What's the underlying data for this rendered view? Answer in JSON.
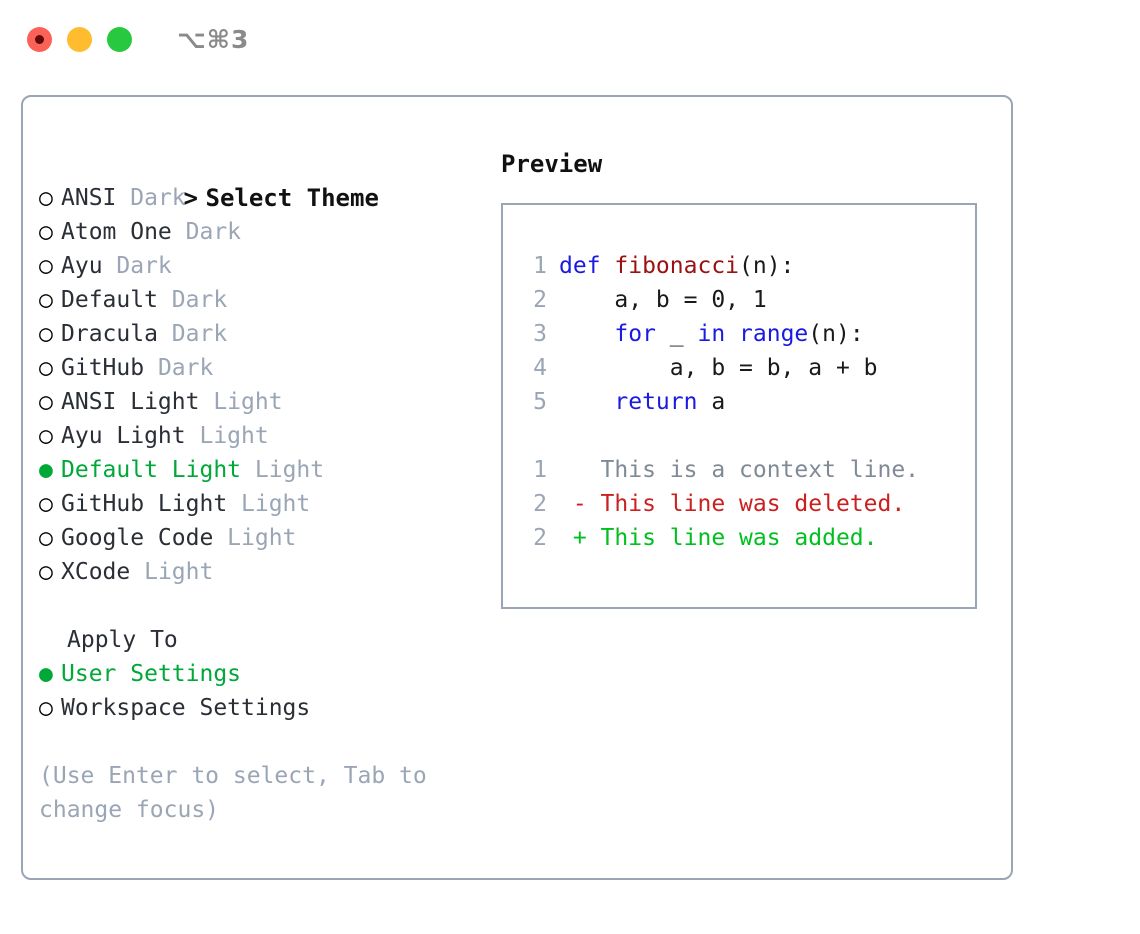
{
  "titlebar": {
    "shortcut": "⌥⌘3",
    "lights": [
      {
        "name": "close",
        "color": "#fb6157"
      },
      {
        "name": "minimize",
        "color": "#febc2e"
      },
      {
        "name": "maximize",
        "color": "#28c840"
      }
    ]
  },
  "theme_picker": {
    "header_prompt": "> ",
    "header_label": "Select Theme",
    "selected_theme": "Default Light",
    "bullet_selected": "●",
    "bullet_unselected": "○",
    "items": [
      {
        "name": "ANSI",
        "kind": "Dark",
        "selected": false
      },
      {
        "name": "Atom One",
        "kind": "Dark",
        "selected": false
      },
      {
        "name": "Ayu",
        "kind": "Dark",
        "selected": false
      },
      {
        "name": "Default",
        "kind": "Dark",
        "selected": false
      },
      {
        "name": "Dracula",
        "kind": "Dark",
        "selected": false
      },
      {
        "name": "GitHub",
        "kind": "Dark",
        "selected": false
      },
      {
        "name": "ANSI Light",
        "kind": "Light",
        "selected": false
      },
      {
        "name": "Ayu Light",
        "kind": "Light",
        "selected": false
      },
      {
        "name": "Default Light",
        "kind": "Light",
        "selected": true
      },
      {
        "name": "GitHub Light",
        "kind": "Light",
        "selected": false
      },
      {
        "name": "Google Code",
        "kind": "Light",
        "selected": false
      },
      {
        "name": "XCode",
        "kind": "Light",
        "selected": false
      }
    ]
  },
  "apply_to": {
    "title": "Apply To",
    "selected_option": "User Settings",
    "options": [
      {
        "label": "User Settings",
        "selected": true
      },
      {
        "label": "Workspace Settings",
        "selected": false
      }
    ]
  },
  "hint": "(Use Enter to select, Tab to change focus)",
  "preview": {
    "title": "Preview",
    "code_lines": [
      {
        "no": "1",
        "tokens": [
          {
            "t": "def ",
            "c": "kw"
          },
          {
            "t": "fibonacci",
            "c": "fn"
          },
          {
            "t": "(n):",
            "c": "plain"
          }
        ]
      },
      {
        "no": "2",
        "tokens": [
          {
            "t": "    a, b = 0, 1",
            "c": "plain"
          }
        ]
      },
      {
        "no": "3",
        "tokens": [
          {
            "t": "    ",
            "c": "plain"
          },
          {
            "t": "for",
            "c": "kw"
          },
          {
            "t": " _ ",
            "c": "plain"
          },
          {
            "t": "in",
            "c": "kw"
          },
          {
            "t": " ",
            "c": "plain"
          },
          {
            "t": "range",
            "c": "kw"
          },
          {
            "t": "(n):",
            "c": "plain"
          }
        ]
      },
      {
        "no": "4",
        "tokens": [
          {
            "t": "        a, b = b, a + b",
            "c": "plain"
          }
        ]
      },
      {
        "no": "5",
        "tokens": [
          {
            "t": "    ",
            "c": "plain"
          },
          {
            "t": "return",
            "c": "kw"
          },
          {
            "t": " a",
            "c": "plain"
          }
        ]
      }
    ],
    "diff_lines": [
      {
        "no": "1",
        "marker": "  ",
        "text": "This is a context line.",
        "c": "ctx"
      },
      {
        "no": "2",
        "marker": "- ",
        "text": "This line was deleted.",
        "c": "del"
      },
      {
        "no": "2",
        "marker": "+ ",
        "text": "This line was added.",
        "c": "add"
      }
    ]
  },
  "colors": {
    "accent_green": "#00a838",
    "border": "#9aa5b5",
    "muted": "#9aa5b5",
    "keyword_blue": "#1a1ae0",
    "function_red": "#9b1111",
    "diff_add": "#00c020",
    "diff_del": "#cc2020"
  }
}
